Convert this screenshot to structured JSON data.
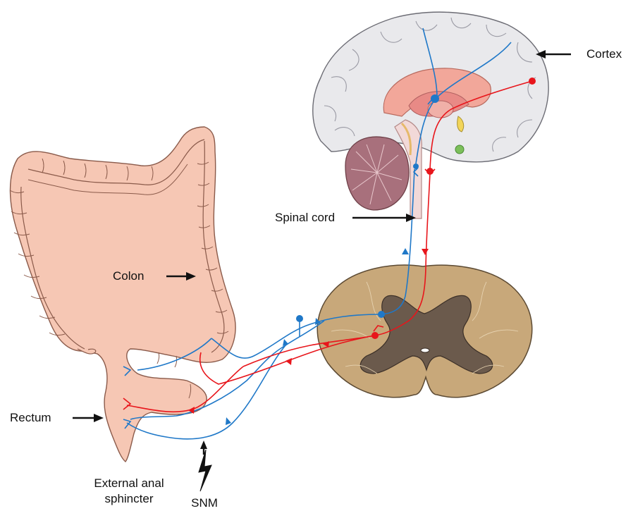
{
  "labels": {
    "cortex": "Cortex",
    "spinal_cord": "Spinal cord",
    "colon": "Colon",
    "rectum": "Rectum",
    "external_anal_sphincter_line1": "External anal",
    "external_anal_sphincter_line2": "sphincter",
    "snm": "SNM"
  },
  "colors": {
    "afferent_pathway": "#1f78c8",
    "efferent_pathway": "#e8151b",
    "colon_fill": "#f6c7b4",
    "colon_outline": "#8a5a4a",
    "brain_fill": "#e9e9ec",
    "spinal_section_fill": "#c8a87a",
    "grey_matter": "#6b5a4c",
    "cerebellum": "#a8707c"
  },
  "icons": [
    "lightning-bolt-icon",
    "arrow-right-icon",
    "arrow-left-icon"
  ]
}
